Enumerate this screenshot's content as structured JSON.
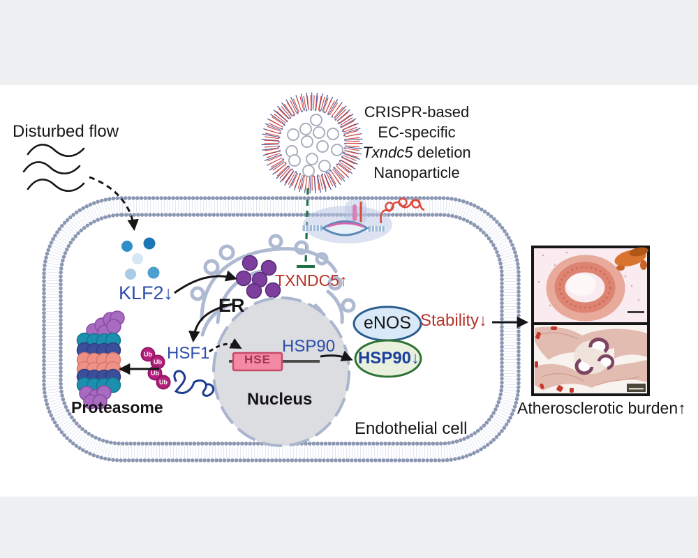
{
  "scene": {
    "flow_label": "Disturbed flow",
    "cell_label": "Endothelial cell",
    "outcome": {
      "text": "Atherosclerotic burden",
      "arrow": "↑"
    }
  },
  "nanoparticle": {
    "line1": "CRISPR-based",
    "line2": "EC-specific",
    "line3_italic": "Txndc5",
    "line3_regular": " deletion",
    "line4": "Nanoparticle"
  },
  "pathway": {
    "klf2": {
      "text": "KLF2",
      "arrow": "↓"
    },
    "er_label": "ER",
    "txndc5": {
      "text": "TXNDC5",
      "arrow": "↑"
    },
    "hsf1_label": "HSF1",
    "ub_label": "Ub",
    "proteasome_label": "Proteasome",
    "nucleus_label": "Nucleus",
    "hse_label": "HSE",
    "hsp90_gene_label": "HSP90",
    "enos_label": "eNOS",
    "hsp90_protein": {
      "text": "HSP90",
      "arrow": "↓"
    },
    "stability": {
      "text": "Stability",
      "arrow": "↓"
    }
  },
  "icons": {
    "flow_waves": "three-wavy-lines",
    "nanoparticle": "lipid-nanoparticle-with-cargo",
    "membrane": "lipid-bilayer-rounded-rect",
    "er": "endoplasmic-reticulum-outline",
    "nucleus": "dashed-gray-nucleus",
    "proteasome": "sphere-barrel-stack",
    "ubiquitin_chain": "ub-circle-chain",
    "crispr_complex": "dna-bubble-with-sgRNA",
    "histology_top": "oil-red-o-aorta-section",
    "histology_bottom": "aortic-root-section"
  },
  "colors": {
    "background_band": "#eff0f2",
    "blue_text": "#2b4dab",
    "red_text": "#b5342a",
    "green_inhibit": "#1d7044",
    "membrane_dot": "#8b97b2",
    "nucleus_fill": "#dcdde0",
    "er_outline": "#aeb9d2",
    "purple_dot": "#7c3f9d",
    "pink_hse_box": "#f389a3",
    "enos_fill": "#d9e9f8",
    "enos_border": "#2a5d8e",
    "hsp90_fill": "#e9f1de",
    "hsp90_border": "#2e7234",
    "proteasome_purple": "#a76bbf",
    "proteasome_teal": "#1b8fae",
    "proteasome_navy": "#3b4e9b",
    "proteasome_salmon": "#ef9186",
    "ub_magenta": "#b5207c",
    "nanoparticle_red": "#d9453c",
    "nanoparticle_blue": "#44549c"
  }
}
